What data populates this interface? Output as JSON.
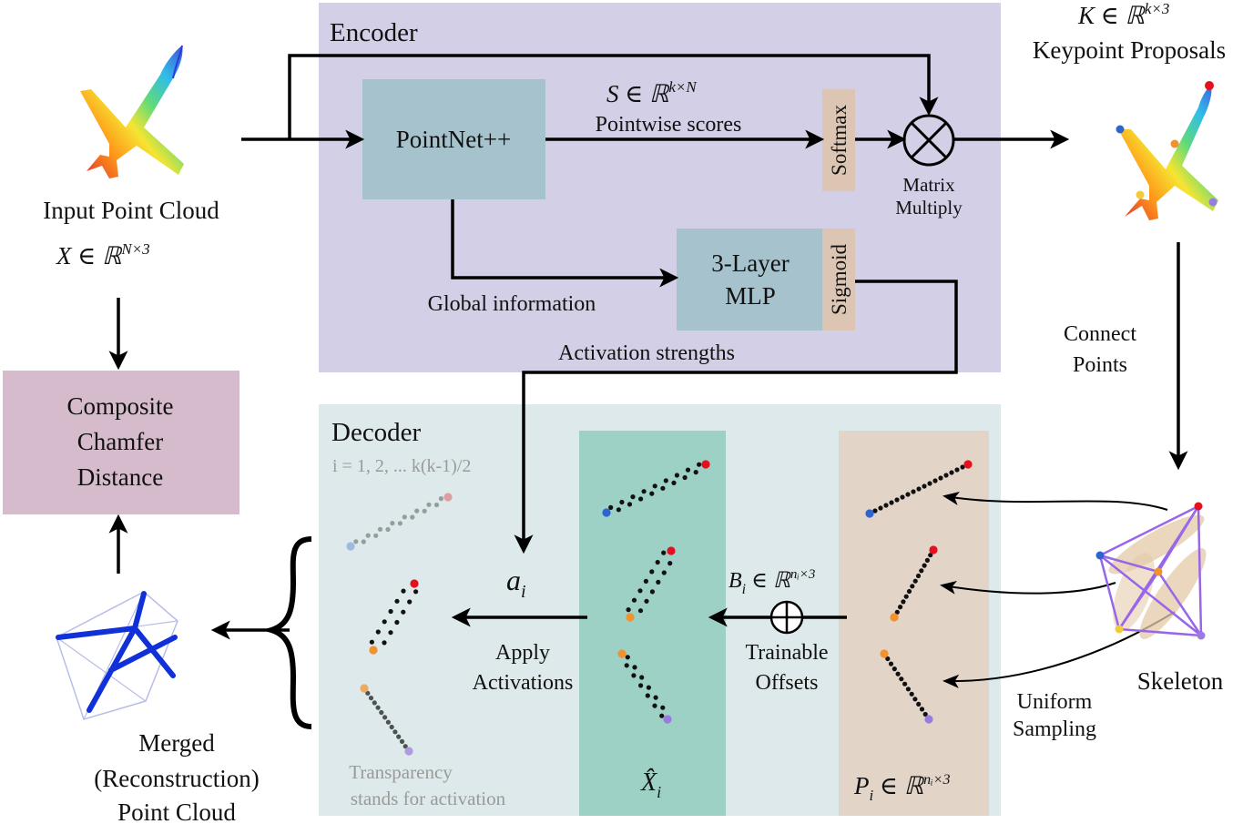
{
  "encoder": {
    "title": "Encoder",
    "pointnet": "PointNet++",
    "scores_math": "S ∈ ℝ",
    "scores_sup": "k×N",
    "scores_label": "Pointwise scores",
    "softmax": "Softmax",
    "matrix_multiply_1": "Matrix",
    "matrix_multiply_2": "Multiply",
    "mlp_1": "3-Layer",
    "mlp_2": "MLP",
    "sigmoid": "Sigmoid",
    "global_info": "Global information",
    "activation_strengths": "Activation strengths"
  },
  "input": {
    "label": "Input Point Cloud",
    "math": "X ∈ ℝ",
    "sup": "N×3"
  },
  "keypoints": {
    "math": "K ∈ ℝ",
    "sup": "k×3",
    "label": "Keypoint Proposals"
  },
  "connect": {
    "line1": "Connect",
    "line2": "Points"
  },
  "skeleton": {
    "label": "Skeleton"
  },
  "uniform": {
    "line1": "Uniform",
    "line2": "Sampling"
  },
  "loss": {
    "line1": "Composite",
    "line2": "Chamfer",
    "line3": "Distance"
  },
  "merged": {
    "line1": "Merged",
    "line2": "(Reconstruction)",
    "line3": "Point Cloud"
  },
  "decoder": {
    "title": "Decoder",
    "index": "i = 1, 2, ... k(k-1)/2",
    "a_i": "a",
    "a_sub": "i",
    "apply_1": "Apply",
    "apply_2": "Activations",
    "transparency_1": "Transparency",
    "transparency_2": "stands for activation",
    "xhat": "X̂",
    "xhat_sub": "i",
    "bi_math": "B",
    "bi_sub": "i",
    "bi_rest": " ∈ ℝ",
    "bi_sup": "nᵢ×3",
    "trainable_1": "Trainable",
    "trainable_2": "Offsets",
    "pi_math": "P",
    "pi_sub": "i",
    "pi_rest": " ∈ ℝ",
    "pi_sup": "nᵢ×3"
  },
  "colors": {
    "encoder_bg": "#d2cfe6",
    "decoder_bg": "#dde9ea",
    "block_teal": "#a6c3cd",
    "tan": "#dcc6b3",
    "green_panel": "#9dd1c5",
    "tan_panel": "#e3d4c8",
    "loss_box": "#d6bbcc",
    "red": "#e3101d",
    "blue": "#2e64d0",
    "orange": "#f0922d",
    "purple": "#9a7be0",
    "yellow": "#f2cb3a",
    "skeleton_line": "#9966e8"
  }
}
